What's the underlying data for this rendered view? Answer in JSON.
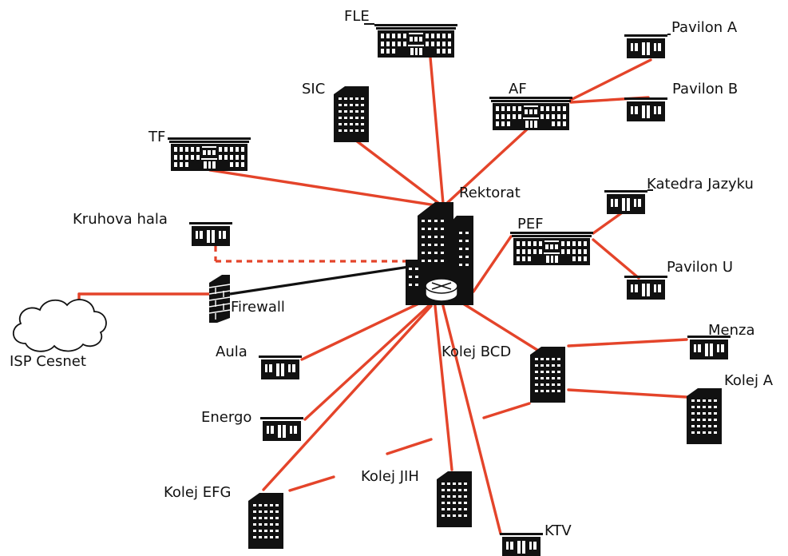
{
  "colors": {
    "link": "#e4442a",
    "building": "#111111",
    "background": "#ffffff"
  },
  "nodes": {
    "fle": {
      "label": "FLE",
      "icon": "large-building-icon"
    },
    "pavilon_a": {
      "label": "Pavilon A",
      "icon": "small-building-icon"
    },
    "sic": {
      "label": "SIC",
      "icon": "tower-building-icon"
    },
    "af": {
      "label": "AF",
      "icon": "large-building-icon"
    },
    "pavilon_b": {
      "label": "Pavilon B",
      "icon": "small-building-icon"
    },
    "tf": {
      "label": "TF",
      "icon": "large-building-icon"
    },
    "rektorat": {
      "label": "Rektorat",
      "icon": "router-highrise-icon"
    },
    "katedra_jazyku": {
      "label": "Katedra Jazyku",
      "icon": "small-building-icon"
    },
    "kruhova_hala": {
      "label": "Kruhova hala",
      "icon": "small-building-icon"
    },
    "pef": {
      "label": "PEF",
      "icon": "large-building-icon"
    },
    "pavilon_u": {
      "label": "Pavilon U",
      "icon": "small-building-icon"
    },
    "firewall": {
      "label": "Firewall",
      "icon": "firewall-icon"
    },
    "isp": {
      "label": "ISP Cesnet",
      "icon": "cloud-icon"
    },
    "menza": {
      "label": "Menza",
      "icon": "small-building-icon"
    },
    "aula": {
      "label": "Aula",
      "icon": "small-building-icon"
    },
    "kolej_bcd": {
      "label": "Kolej BCD",
      "icon": "tower-building-icon"
    },
    "kolej_a": {
      "label": "Kolej A",
      "icon": "tower-building-icon"
    },
    "energo": {
      "label": "Energo",
      "icon": "small-building-icon"
    },
    "kolej_jih": {
      "label": "Kolej JIH",
      "icon": "tower-building-icon"
    },
    "kolej_efg": {
      "label": "Kolej EFG",
      "icon": "tower-building-icon"
    },
    "ktv": {
      "label": "KTV",
      "icon": "small-building-icon"
    }
  }
}
